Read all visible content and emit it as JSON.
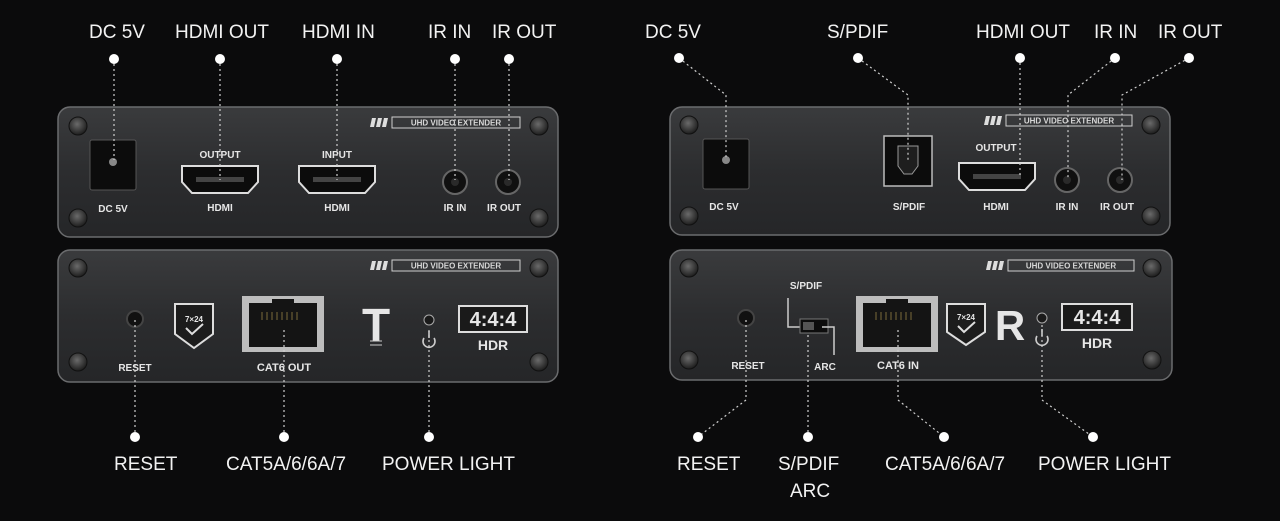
{
  "transmitter": {
    "top_callouts": {
      "dc": "DC 5V",
      "hdmi_out": "HDMI OUT",
      "hdmi_in": "HDMI IN",
      "ir_in": "IR IN",
      "ir_out": "IR OUT"
    },
    "bottom_callouts": {
      "reset": "RESET",
      "cat": "CAT5A/6/6A/7",
      "power": "POWER LIGHT"
    },
    "front_panel": {
      "brand": "UHD VIDEO EXTENDER",
      "dc": "DC 5V",
      "output_top": "OUTPUT",
      "output_bottom": "HDMI",
      "input_top": "INPUT",
      "input_bottom": "HDMI",
      "ir_in": "IR IN",
      "ir_out": "IR OUT"
    },
    "back_panel": {
      "brand": "UHD VIDEO EXTENDER",
      "reset": "RESET",
      "badge": "7×24",
      "rj45": "CAT6 OUT",
      "letter": "T",
      "chroma": "4:4:4",
      "hdr": "HDR"
    }
  },
  "receiver": {
    "top_callouts": {
      "dc": "DC 5V",
      "spdif": "S/PDIF",
      "hdmi_out": "HDMI OUT",
      "ir_in": "IR IN",
      "ir_out": "IR OUT"
    },
    "bottom_callouts": {
      "reset": "RESET",
      "switch_1": "S/PDIF",
      "switch_2": "ARC",
      "cat": "CAT5A/6/6A/7",
      "power": "POWER LIGHT"
    },
    "front_panel": {
      "brand": "UHD VIDEO EXTENDER",
      "dc": "DC 5V",
      "spdif": "S/PDIF",
      "output_top": "OUTPUT",
      "output_bottom": "HDMI",
      "ir_in": "IR IN",
      "ir_out": "IR OUT"
    },
    "back_panel": {
      "brand": "UHD VIDEO EXTENDER",
      "reset": "RESET",
      "switch_top": "S/PDIF",
      "switch_bottom": "ARC",
      "rj45": "CAT6 IN",
      "badge": "7×24",
      "letter": "R",
      "chroma": "4:4:4",
      "hdr": "HDR"
    }
  },
  "colors": {
    "background": "#0b0b0c",
    "panel": "#2e2f31",
    "callout_text": "#f2f2f2"
  }
}
